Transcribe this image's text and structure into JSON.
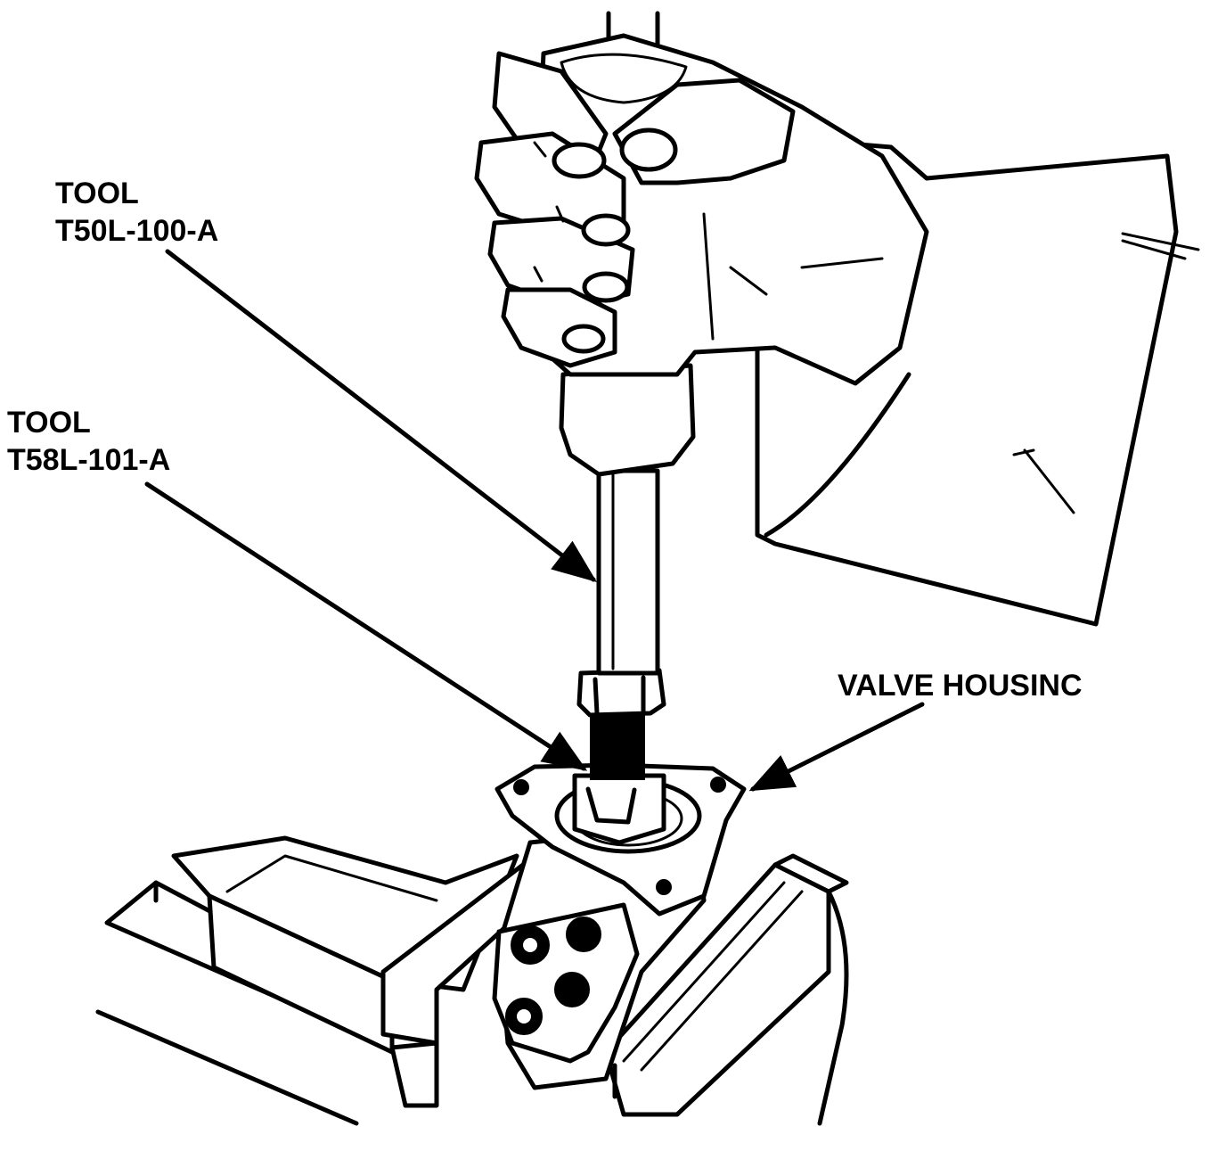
{
  "labels": {
    "tool1": {
      "line1": "TOOL",
      "line2": "T50L-100-A"
    },
    "tool2": {
      "line1": "TOOL",
      "line2": "T58L-101-A"
    },
    "valve_housing": "VALVE HOUSINC"
  },
  "colors": {
    "ink": "#000000",
    "paper": "#ffffff"
  }
}
